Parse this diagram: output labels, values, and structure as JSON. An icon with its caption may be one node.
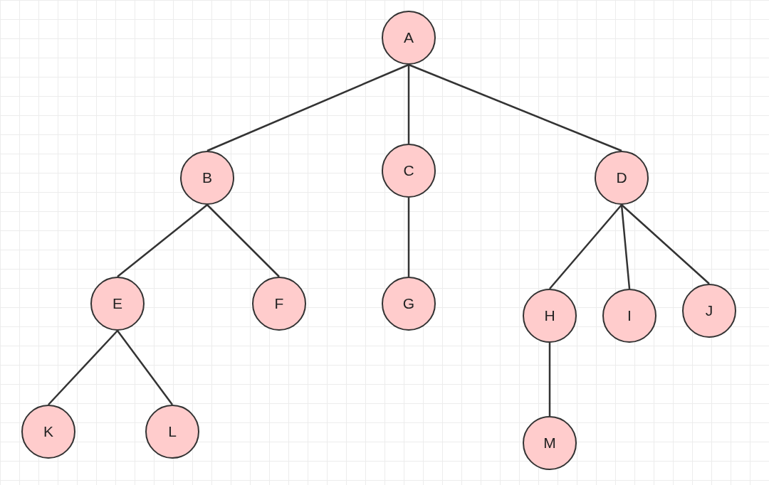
{
  "diagram": {
    "nodes": [
      {
        "text": [
          "A"
        ]
      },
      {
        "text": [
          "B"
        ]
      },
      {
        "text": [
          "C"
        ]
      },
      {
        "text": [
          "D"
        ]
      },
      {
        "text": [
          "E"
        ]
      },
      {
        "text": [
          "F"
        ]
      },
      {
        "text": [
          "G"
        ]
      },
      {
        "text": [
          "H"
        ]
      },
      {
        "text": [
          "I"
        ]
      },
      {
        "text": [
          "J"
        ]
      },
      {
        "text": [
          "K"
        ]
      },
      {
        "text": [
          "L"
        ]
      },
      {
        "text": [
          "M"
        ]
      }
    ],
    "edges": [
      {
        "from": 0,
        "to": 1,
        "arrow": "none"
      },
      {
        "from": 0,
        "to": 2,
        "arrow": "none"
      },
      {
        "from": 0,
        "to": 3,
        "arrow": "none"
      },
      {
        "from": 1,
        "to": 4,
        "arrow": "none"
      },
      {
        "from": 1,
        "to": 5,
        "arrow": "none"
      },
      {
        "from": 2,
        "to": 6,
        "arrow": "none"
      },
      {
        "from": 3,
        "to": 7,
        "arrow": "none"
      },
      {
        "from": 3,
        "to": 8,
        "arrow": "none"
      },
      {
        "from": 3,
        "to": 9,
        "arrow": "none"
      },
      {
        "from": 4,
        "to": 10,
        "arrow": "none"
      },
      {
        "from": 4,
        "to": 11,
        "arrow": "none"
      },
      {
        "from": 7,
        "to": 12,
        "arrow": "none"
      }
    ]
  }
}
